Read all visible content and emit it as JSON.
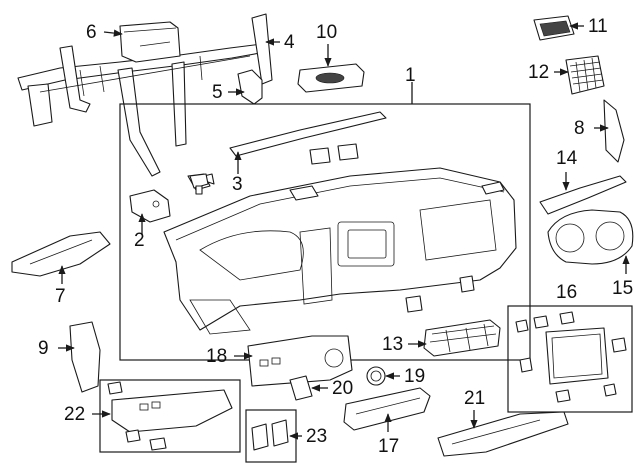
{
  "callouts": {
    "c1": "1",
    "c2": "2",
    "c3": "3",
    "c4": "4",
    "c5": "5",
    "c6": "6",
    "c7": "7",
    "c8": "8",
    "c9": "9",
    "c10": "10",
    "c11": "11",
    "c12": "12",
    "c13": "13",
    "c14": "14",
    "c15": "15",
    "c16": "16",
    "c17": "17",
    "c18": "18",
    "c19": "19",
    "c20": "20",
    "c21": "21",
    "c22": "22",
    "c23": "23"
  },
  "colors": {
    "line": "#1a1a1a",
    "background": "#ffffff"
  }
}
